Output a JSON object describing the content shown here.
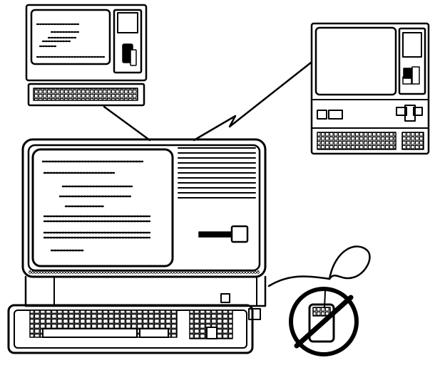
{
  "illustration": {
    "colors": {
      "ink": "#000000",
      "paper": "#ffffff"
    },
    "components": [
      "small-terminal",
      "remote-terminal",
      "main-computer",
      "detached-keyboard",
      "no-mouse-symbol"
    ]
  }
}
